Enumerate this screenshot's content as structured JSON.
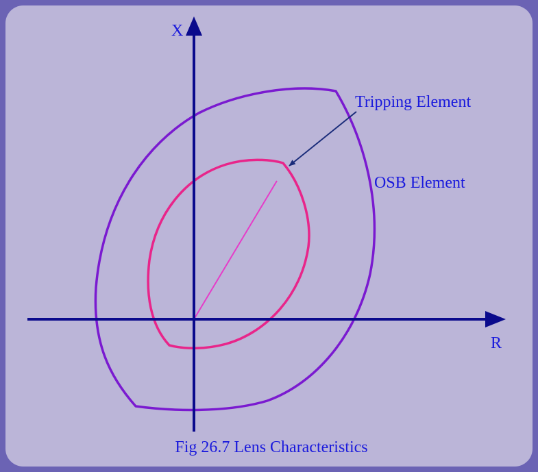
{
  "diagram": {
    "axis_x_label": "X",
    "axis_r_label": "R",
    "tripping_label": "Tripping Element",
    "osb_label": "OSB Element",
    "caption": "Fig 26.7 Lens Characteristics"
  },
  "colors": {
    "frame": "#6b63b4",
    "background": "#bbb5d8",
    "axis": "#0a0a8c",
    "label_text": "#1a1adc",
    "osb_curve": "#7a1ad0",
    "tripping_curve": "#e8258a",
    "impedance_line": "#e63cc8",
    "pointer": "#1a2c7a"
  }
}
